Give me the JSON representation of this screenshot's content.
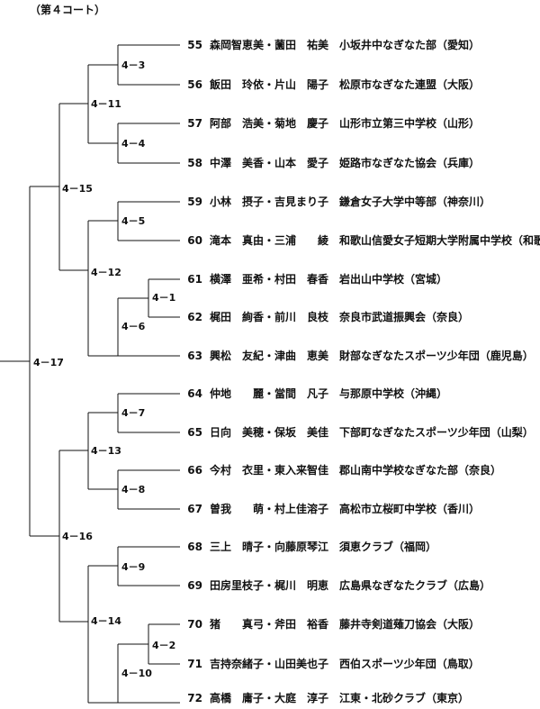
{
  "court_title": "（第４コート）",
  "entries": [
    {
      "num": "55",
      "players": "森岡智恵美・薗田　祐美",
      "team": "小坂井中なぎなた部（愛知）"
    },
    {
      "num": "56",
      "players": "飯田　玲依・片山　陽子",
      "team": "松原市なぎなた連盟（大阪）"
    },
    {
      "num": "57",
      "players": "阿部　浩美・菊地　慶子",
      "team": "山形市立第三中学校（山形）"
    },
    {
      "num": "58",
      "players": "中澤　美香・山本　愛子",
      "team": "姫路市なぎなた協会（兵庫）"
    },
    {
      "num": "59",
      "players": "小林　摂子・吉見まり子",
      "team": "鎌倉女子大学中等部（神奈川）"
    },
    {
      "num": "60",
      "players": "滝本　真由・三浦　　綾",
      "team": "和歌山信愛女子短期大学附属中学校（和歌山）"
    },
    {
      "num": "61",
      "players": "横澤　亜希・村田　春香",
      "team": "岩出山中学校（宮城）"
    },
    {
      "num": "62",
      "players": "梶田　絢香・前川　良枝",
      "team": "奈良市武道振興会（奈良）"
    },
    {
      "num": "63",
      "players": "興松　友紀・津曲　恵美",
      "team": "財部なぎなたスポーツ少年団（鹿児島）"
    },
    {
      "num": "64",
      "players": "仲地　　麗・當間　凡子",
      "team": "与那原中学校（沖縄）"
    },
    {
      "num": "65",
      "players": "日向　美穂・保坂　美佳",
      "team": "下部町なぎなたスポーツ少年団（山梨）"
    },
    {
      "num": "66",
      "players": "今村　衣里・東入来智佳",
      "team": "郡山南中学校なぎなた部（奈良）"
    },
    {
      "num": "67",
      "players": "曽我　　萌・村上佳溶子",
      "team": "高松市立桜町中学校（香川）"
    },
    {
      "num": "68",
      "players": "三上　晴子・向藤原琴江",
      "team": "須恵クラブ（福岡）"
    },
    {
      "num": "69",
      "players": "田房里枝子・梶川　明恵",
      "team": "広島県なぎなたクラブ（広島）"
    },
    {
      "num": "70",
      "players": "猪　　真弓・斧田　裕香",
      "team": "藤井寺剣道薙刀協会（大阪）"
    },
    {
      "num": "71",
      "players": "吉持奈緒子・山田美也子",
      "team": "西伯スポーツ少年団（鳥取）"
    },
    {
      "num": "72",
      "players": "高橋　庸子・大庭　淳子",
      "team": "江東・北砂クラブ（東京）"
    }
  ],
  "matches": {
    "m4_1": "4－1",
    "m4_2": "4－2",
    "m4_3": "4－3",
    "m4_4": "4－4",
    "m4_5": "4－5",
    "m4_6": "4－6",
    "m4_7": "4－7",
    "m4_8": "4－8",
    "m4_9": "4－9",
    "m4_10": "4－10",
    "m4_11": "4－11",
    "m4_12": "4－12",
    "m4_13": "4－13",
    "m4_14": "4－14",
    "m4_15": "4－15",
    "m4_16": "4－16",
    "m4_17": "4－17"
  }
}
